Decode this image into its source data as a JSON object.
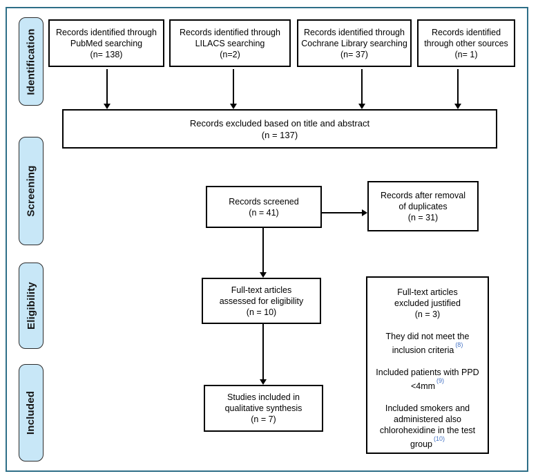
{
  "colors": {
    "frame": "#2d6e87",
    "stage_fill": "#c8e7f7",
    "cite": "#4472c4"
  },
  "stages": {
    "identification": "Identification",
    "screening": "Screening",
    "eligibility": "Eligibility",
    "included": "Included"
  },
  "sources": [
    {
      "l1": "Records identified through",
      "l2": "PubMed searching",
      "l3": "(n= 138)"
    },
    {
      "l1": "Records identified through",
      "l2": "LILACS searching",
      "l3": "(n=2)"
    },
    {
      "l1": "Records identified through",
      "l2": "Cochrane Library searching",
      "l3": "(n= 37)"
    },
    {
      "l1": "Records identified",
      "l2": "through other sources",
      "l3": "(n= 1)"
    }
  ],
  "excluded_title_abstract": {
    "l1": "Records excluded based on title and abstract",
    "l2": "(n = 137)"
  },
  "screened": {
    "l1": "Records screened",
    "l2": "(n = 41)"
  },
  "after_duplicates": {
    "l1": "Records after removal",
    "l2": "of duplicates",
    "l3": "(n = 31)"
  },
  "fulltext_assessed": {
    "l1": "Full-text articles",
    "l2": "assessed for eligibility",
    "l3": "(n = 10)"
  },
  "fulltext_excluded": {
    "l1": "Full-text articles",
    "l2": "excluded justified",
    "l3": "(n = 3)",
    "reasons": [
      {
        "text": "They did not meet the inclusion criteria",
        "cite": "(8)"
      },
      {
        "text": "Included patients with PPD <4mm",
        "cite": "(9)"
      },
      {
        "text": "Included smokers and administered also chlorohexidine in the test group",
        "cite": "(10)"
      }
    ]
  },
  "qualitative_synthesis": {
    "l1": "Studies included in",
    "l2": "qualitative synthesis",
    "l3": "(n = 7)"
  }
}
